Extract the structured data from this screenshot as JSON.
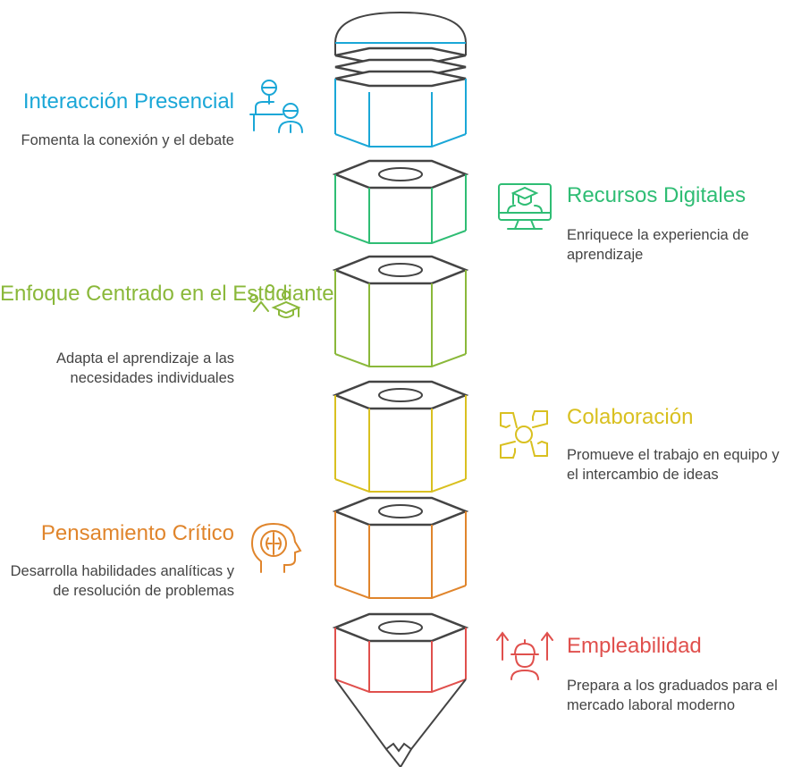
{
  "items": [
    {
      "title": "Interacción Presencial",
      "description": "Fomenta la conexión y el debate",
      "color": "#1aa7d7",
      "side": "left",
      "icon": "teacher-student-icon"
    },
    {
      "title": "Recursos Digitales",
      "description": "Enriquece la experiencia de aprendizaje",
      "color": "#2fbd74",
      "side": "right",
      "icon": "online-learning-monitor-icon"
    },
    {
      "title": "Enfoque Centrado en el Estudiante",
      "description": "Adapta el aprendizaje a las necesidades individuales",
      "color": "#8ab83a",
      "side": "left",
      "icon": "graduation-cap-network-icon"
    },
    {
      "title": "Colaboración",
      "description": "Promueve el trabajo en equipo y el intercambio de ideas",
      "color": "#d9c020",
      "side": "right",
      "icon": "hands-collaboration-icon"
    },
    {
      "title": "Pensamiento Crítico",
      "description": "Desarrolla habilidades analíticas y de resolución de problemas",
      "color": "#e0852c",
      "side": "left",
      "icon": "head-brain-icon"
    },
    {
      "title": "Empleabilidad",
      "description": "Prepara a los graduados para el mercado laboral moderno",
      "color": "#e0504d",
      "side": "right",
      "icon": "worker-growth-icon"
    }
  ]
}
